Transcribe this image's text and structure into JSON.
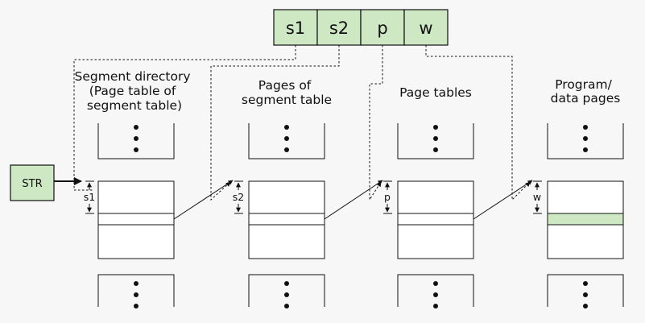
{
  "address_fields": [
    "s1",
    "s2",
    "p",
    "w"
  ],
  "str_label": "STR",
  "columns": [
    {
      "title_lines": [
        "Segment directory",
        "(Page table of",
        "segment table)"
      ],
      "offset_label": "s1"
    },
    {
      "title_lines": [
        "Pages of",
        "segment table"
      ],
      "offset_label": "s2"
    },
    {
      "title_lines": [
        "Page tables"
      ],
      "offset_label": "p"
    },
    {
      "title_lines": [
        "Program/",
        "data pages"
      ],
      "offset_label": "w"
    }
  ],
  "colors": {
    "field_fill": "#cfe8c4",
    "highlight_fill": "#cfe8c4",
    "stroke": "#111111",
    "background": "#f7f7f7"
  }
}
